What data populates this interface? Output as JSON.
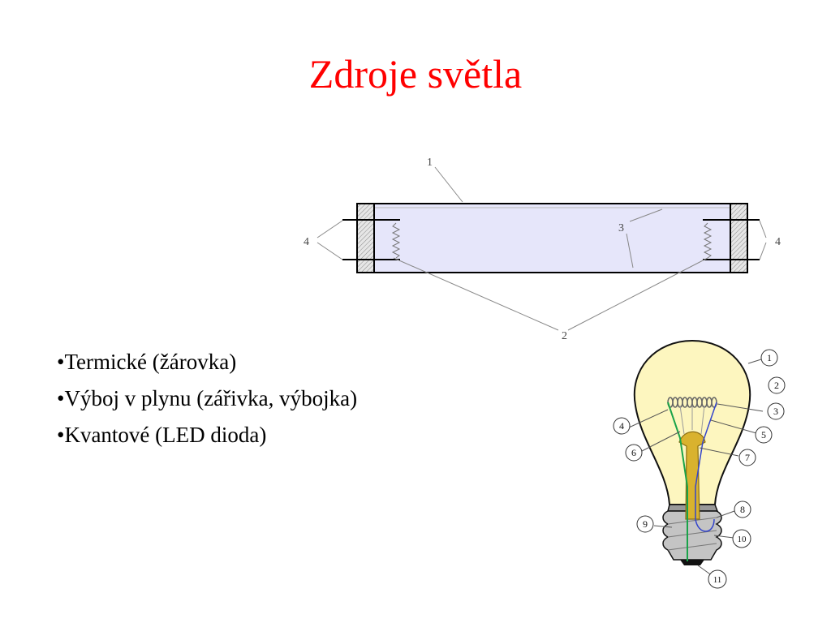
{
  "slide": {
    "title": "Zdroje světla"
  },
  "bullets": [
    "•Termické (žárovka)",
    "•Výboj v plynu (zářivka, výbojka)",
    "•Kvantové (LED dioda)"
  ],
  "tube_diagram": {
    "labels": {
      "tube": "1",
      "electrodes": "2",
      "coating": "3",
      "pins_left": "4",
      "pins_right": "4"
    },
    "colors": {
      "tube_fill": "#e6e6fa",
      "line": "#000000"
    }
  },
  "bulb_diagram": {
    "labels": [
      "1",
      "2",
      "3",
      "4",
      "5",
      "6",
      "7",
      "8",
      "9",
      "10",
      "11"
    ],
    "colors": {
      "glass": "#fdf6bf",
      "stem": "#d9b22e",
      "base": "#bfbfbf",
      "wire_left": "#1aa34a",
      "wire_right": "#3344cc"
    }
  }
}
